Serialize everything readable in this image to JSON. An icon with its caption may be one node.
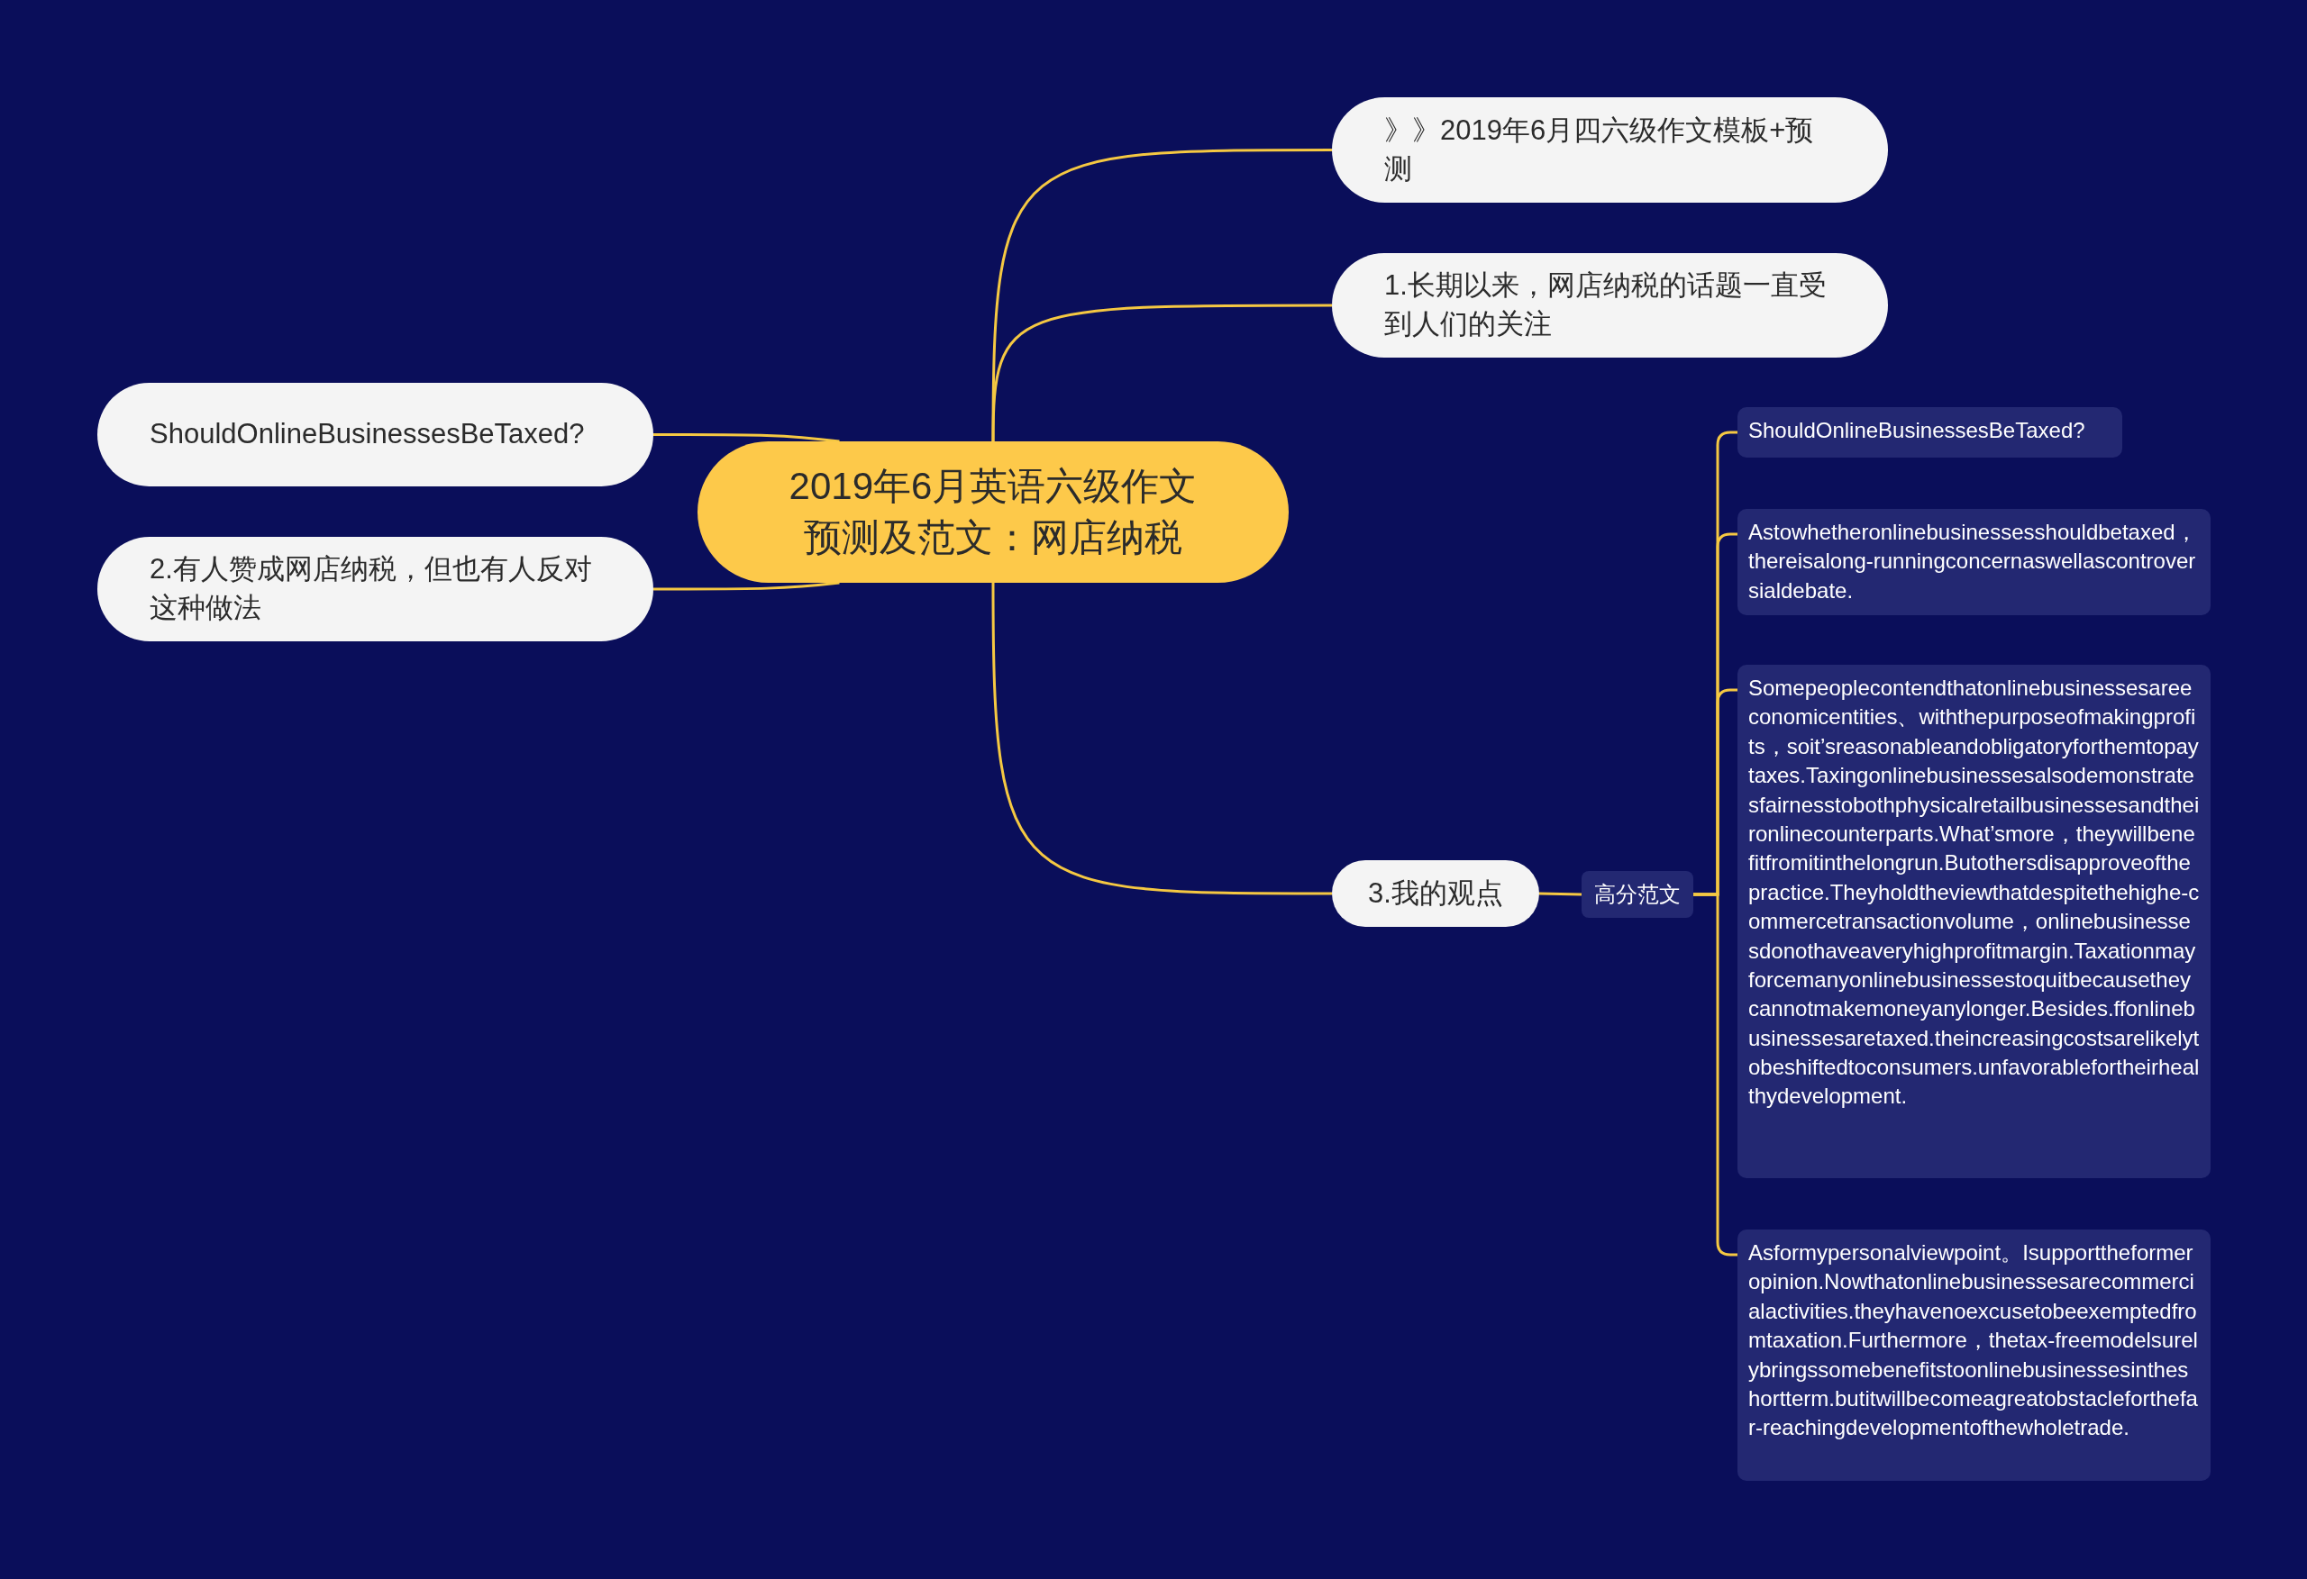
{
  "diagram": {
    "nodes": [
      {
        "text": [
          "2019年6月英语六级作文预测及范文：网店纳税"
        ]
      },
      {
        "text": [
          "》》2019年6月四六级作文模板+预测"
        ]
      },
      {
        "text": [
          "1.长期以来，网店纳税的话题一直受到人们的关注"
        ]
      },
      {
        "text": [
          "ShouldOnlineBusinessesBeTaxed?"
        ]
      },
      {
        "text": [
          "2.有人赞成网店纳税，但也有人反对这种做法"
        ]
      },
      {
        "text": [
          "3.我的观点"
        ]
      },
      {
        "text": [
          "高分范文"
        ]
      },
      {
        "text": [
          "ShouldOnlineBusinessesBeTaxed?"
        ]
      },
      {
        "text": [
          "Astowhetheronlinebusinessesshouldbetaxed，thereisalong-runningconcernaswellascontroversialdebate."
        ]
      },
      {
        "text": [
          "Somepeoplecontendthatonlinebusinessesareeconomicentities、withthepurposeofmakingprofits，soit’sreasonableandobligatoryforthemtopaytaxes.Taxingonlinebusinessesalsodemonstratesfairnesstobothphysicalretailbusinessesandtheironlinecounterparts.What’smore，theywillbenefitfromitinthelongrun.Butothersdisapproveofthepractice.Theyholdtheviewthatdespitethehighe-commercetransactionvolume，onlinebusinessesdonothaveaveryhighprofitmargin.Taxationmayforcemanyonlinebusinessestoquitbecausetheycannotmakemoneyanylonger.Besides.ffonlinebusinessesaretaxed.theincreasingcostsarelikelytobeshiftedtoconsumers.unfavorablefortheirhealthydevelopment."
        ]
      },
      {
        "text": [
          "Asformypersonalviewpoint。Isupporttheformeropinion.Nowthatonlinebusinessesarecommercialactivities.theyhavenoexcusetobeexemptedfromtaxation.Furthermore，thetax-freemodelsurelybringssomebenefitstoonlinebusinessesintheshortterm.butitwillbecomeagreatobstacleforthefar-reachingdevelopmentofthewholetrade."
        ]
      }
    ],
    "edges": [
      {
        "from": 0,
        "to": 1,
        "arrow": "none"
      },
      {
        "from": 0,
        "to": 2,
        "arrow": "none"
      },
      {
        "from": 0,
        "to": 3,
        "arrow": "none"
      },
      {
        "from": 0,
        "to": 4,
        "arrow": "none"
      },
      {
        "from": 0,
        "to": 5,
        "arrow": "none"
      },
      {
        "from": 5,
        "to": 6,
        "arrow": "none"
      },
      {
        "from": 6,
        "to": 7,
        "arrow": "none"
      },
      {
        "from": 6,
        "to": 8,
        "arrow": "none"
      },
      {
        "from": 6,
        "to": 9,
        "arrow": "none"
      },
      {
        "from": 6,
        "to": 10,
        "arrow": "none"
      }
    ]
  }
}
